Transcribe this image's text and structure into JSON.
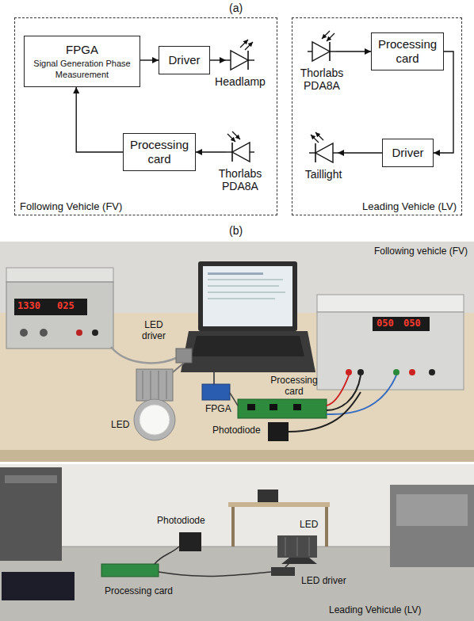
{
  "diagram": {
    "nodes": [
      {
        "text": [
          "Following Vehicle (FV)"
        ]
      },
      {
        "text": [
          "FPGA",
          "Signal Generation Phase Measurement"
        ],
        "in": 0
      },
      {
        "text": [
          "Driver"
        ],
        "in": 0
      },
      {
        "text": [
          "Headlamp"
        ],
        "in": 0
      },
      {
        "text": [
          "Processing card"
        ],
        "in": 0
      },
      {
        "text": [
          "Thorlabs PDA8A"
        ],
        "in": 0
      },
      {
        "text": [
          "Leading Vehicle (LV)"
        ]
      },
      {
        "text": [
          "Thorlabs PDA8A"
        ],
        "in": 6
      },
      {
        "text": [
          "Processing card"
        ],
        "in": 6
      },
      {
        "text": [
          "Driver"
        ],
        "in": 6
      },
      {
        "text": [
          "Taillight"
        ],
        "in": 6
      }
    ],
    "edges": [
      {
        "from": 1,
        "to": 2,
        "arrow": "to"
      },
      {
        "from": 2,
        "to": 3,
        "arrow": "to"
      },
      {
        "from": 5,
        "to": 4,
        "arrow": "to"
      },
      {
        "from": 4,
        "to": 1,
        "arrow": "to"
      },
      {
        "from": 7,
        "to": 8,
        "arrow": "to"
      },
      {
        "from": 8,
        "to": 9,
        "arrow": "to"
      },
      {
        "from": 9,
        "to": 10,
        "arrow": "to"
      }
    ],
    "labels": [
      "(a)",
      "(b)",
      "Following vehicle (FV)",
      "1330",
      "025",
      "050",
      "050",
      "LED driver",
      "Processing card",
      "FPGA",
      "LED",
      "Photodiode",
      "Photodiode",
      "LED",
      "LED driver",
      "Processing card",
      "Leading Vehicule (LV)"
    ]
  }
}
